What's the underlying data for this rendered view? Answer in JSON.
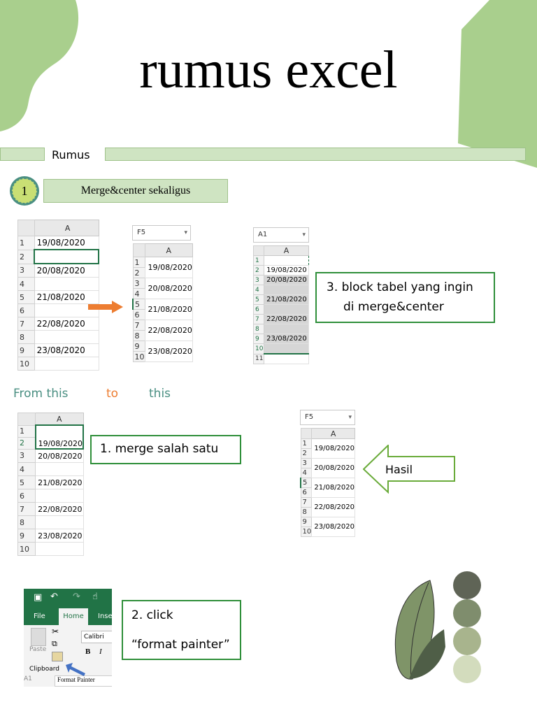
{
  "title": "rumus excel",
  "header_label": "Rumus",
  "section": {
    "number": "1",
    "title": "Merge&center sekaligus"
  },
  "sheet1": {
    "column": "A",
    "rows": [
      {
        "n": "1",
        "v": "19/08/2020"
      },
      {
        "n": "2",
        "v": ""
      },
      {
        "n": "3",
        "v": "20/08/2020"
      },
      {
        "n": "4",
        "v": ""
      },
      {
        "n": "5",
        "v": "21/08/2020"
      },
      {
        "n": "6",
        "v": ""
      },
      {
        "n": "7",
        "v": "22/08/2020"
      },
      {
        "n": "8",
        "v": ""
      },
      {
        "n": "9",
        "v": "23/08/2020"
      },
      {
        "n": "10",
        "v": ""
      }
    ]
  },
  "sheet2": {
    "namebox": "F5",
    "column": "A",
    "values": [
      "19/08/2020",
      "20/08/2020",
      "21/08/2020",
      "22/08/2020",
      "23/08/2020"
    ]
  },
  "sheet3": {
    "namebox": "A1",
    "column": "A",
    "values": [
      "19/08/2020",
      "20/08/2020",
      "21/08/2020",
      "22/08/2020",
      "23/08/2020"
    ]
  },
  "sheet4": {
    "column": "A",
    "values": [
      "19/08/2020",
      "20/08/2020",
      "21/08/2020",
      "22/08/2020",
      "23/08/2020"
    ]
  },
  "sheet5": {
    "namebox": "F5",
    "column": "A",
    "values": [
      "19/08/2020",
      "20/08/2020",
      "21/08/2020",
      "22/08/2020",
      "23/08/2020"
    ]
  },
  "callouts": {
    "step3_line1": "3. block tabel yang ingin",
    "step3_line2": "di merge&center",
    "step1": "1. merge salah satu",
    "step2_line1": "2. click",
    "step2_line2": "“format painter”",
    "result": "Hasil"
  },
  "from_to": {
    "from": "From this",
    "to": "to",
    "this": "this"
  },
  "ribbon": {
    "tab_file": "File",
    "tab_home": "Home",
    "tab_insert": "Inse",
    "paste": "Paste",
    "font": "Calibri",
    "bold": "B",
    "italic": "I",
    "group": "Clipboard",
    "tooltip": "Format Painter",
    "namebox": "A1"
  },
  "colors": {
    "accent_green": "#217346",
    "leaf_green": "#a9cf8d",
    "callout_border": "#2f8f3a",
    "arrow_orange": "#ed7d31",
    "text_teal": "#4a8f82",
    "text_orange": "#ed7d31"
  }
}
